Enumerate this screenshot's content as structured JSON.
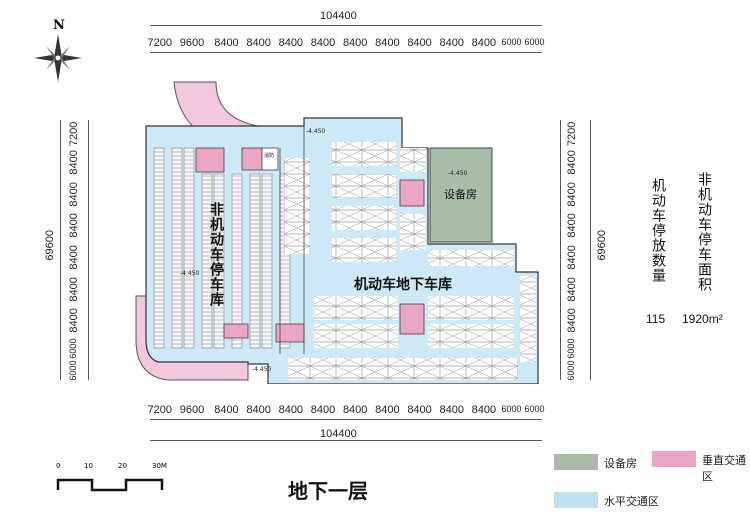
{
  "compass": {
    "north_label": "N"
  },
  "dims": {
    "top_total": "104400",
    "bottom_total": "104400",
    "left_total": "69600",
    "right_total": "69600",
    "horizontal_spans": [
      "7200",
      "9600",
      "8400",
      "8400",
      "8400",
      "8400",
      "8400",
      "8400",
      "8400",
      "8400",
      "8400",
      "6000",
      "6000"
    ],
    "vertical_spans": [
      "7200",
      "8400",
      "8400",
      "8400",
      "8400",
      "8400",
      "8400",
      "6000",
      "6000"
    ]
  },
  "plan": {
    "nonmotor_label": "非机动车停车库",
    "motor_label": "机动车地下车库",
    "equipment_label": "设备房",
    "elevations": [
      "-4.450",
      "-4.450",
      "-4.450",
      "-4.450"
    ],
    "stair_small_label": "消防"
  },
  "stats": {
    "header_motor": "机动车停放数量",
    "header_nonmotor": "非机动车停车面积",
    "motor_count": "115",
    "nonmotor_area": "1920m²"
  },
  "scale": {
    "ticks": [
      "0",
      "10",
      "20",
      "30M"
    ]
  },
  "title": "地下一层",
  "legend": [
    {
      "label": "设备房",
      "color": "#a9bca9"
    },
    {
      "label": "垂直交通区",
      "color": "#eaa7c5"
    },
    {
      "label": "水平交通区",
      "color": "#bfe2f2"
    }
  ]
}
